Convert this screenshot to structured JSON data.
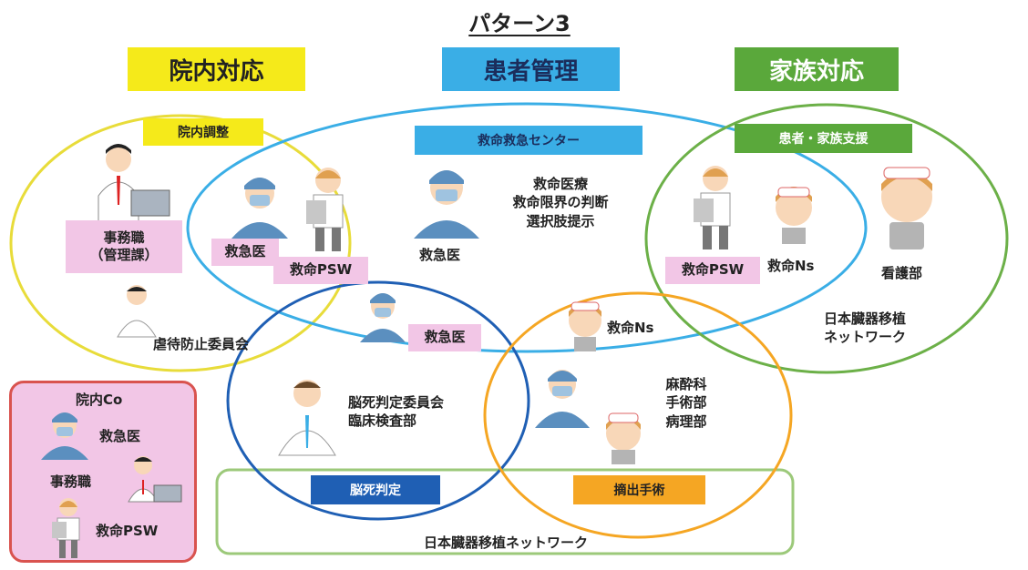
{
  "title": "パターン3",
  "headers": {
    "in_hospital": "院内対応",
    "patient": "患者管理",
    "family": "家族対応"
  },
  "tags": {
    "in_hospital_adjust": "院内調整",
    "emergency_center": "救命救急センター",
    "family_support": "患者・家族支援",
    "brain_death": "脳死判定",
    "surgery": "摘出手術"
  },
  "labels": {
    "clerk": "事務職\n（管理課）",
    "er_doctor_1": "救急医",
    "psw_1": "救命PSW",
    "er_doctor_2": "救急医",
    "emergency_care": "救命医療\n救命限界の判断\n選択肢提示",
    "psw_2": "救命PSW",
    "ns_1": "救命Ns",
    "nursing_dept": "看護部",
    "abuse_committee": "虐待防止委員会",
    "er_doctor_3": "救急医",
    "ns_2": "救命Ns",
    "jotn_family": "日本臓器移植\nネットワーク",
    "brain_death_committee": "脳死判定委員会\n臨床検査部",
    "anesthesia": "麻酔科\n手術部\n病理部",
    "jotn_bottom": "日本臓器移植ネットワーク"
  },
  "co_box": {
    "title": "院内Co",
    "er_doctor": "救急医",
    "clerk": "事務職",
    "psw": "救命PSW"
  },
  "colors": {
    "yellow": "#f5ea1a",
    "blue": "#3aaee6",
    "green": "#5aa83b",
    "navy": "#1f5fb4",
    "orange": "#f5a623",
    "pink": "#f2c6e6",
    "red": "#d9534f"
  }
}
